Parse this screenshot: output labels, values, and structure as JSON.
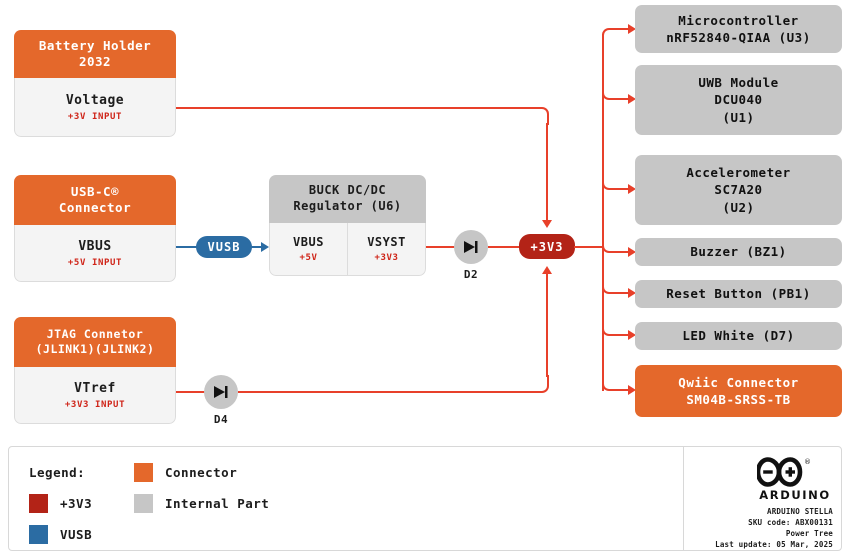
{
  "sources": [
    {
      "id": "battery",
      "title": "Battery Holder\n2032",
      "title_line1": "Battery Holder",
      "title_line2": "2032",
      "rail": "Voltage",
      "voltage": "+3V INPUT"
    },
    {
      "id": "usbc",
      "title_line1": "USB-C®",
      "title_line2": "Connector",
      "rail": "VBUS",
      "voltage": "+5V INPUT"
    },
    {
      "id": "jtag",
      "title_line1": "JTAG Connetor",
      "title_line2": "(JLINK1)(JLINK2)",
      "rail": "VTref",
      "voltage": "+3V3 INPUT"
    }
  ],
  "regulator": {
    "title_line1": "BUCK DC/DC",
    "title_line2": "Regulator (U6)",
    "input_rail": "VBUS",
    "input_voltage": "+5V",
    "output_rail": "VSYST",
    "output_voltage": "+3V3"
  },
  "nets": {
    "vusb": "VUSB",
    "v3v3": "+3V3"
  },
  "diodes": [
    {
      "id": "d2",
      "label": "D2"
    },
    {
      "id": "d4",
      "label": "D4"
    }
  ],
  "loads": [
    {
      "id": "u3",
      "kind": "internal",
      "lines": [
        "Microcontroller",
        "nRF52840-QIAA (U3)"
      ]
    },
    {
      "id": "u1",
      "kind": "internal",
      "lines": [
        "UWB Module",
        "DCU040",
        "(U1)"
      ]
    },
    {
      "id": "u2",
      "kind": "internal",
      "lines": [
        "Accelerometer",
        "SC7A20",
        "(U2)"
      ]
    },
    {
      "id": "bz1",
      "kind": "internal",
      "lines": [
        "Buzzer (BZ1)"
      ]
    },
    {
      "id": "pb1",
      "kind": "internal",
      "lines": [
        "Reset Button (PB1)"
      ]
    },
    {
      "id": "d7",
      "kind": "internal",
      "lines": [
        "LED White (D7)"
      ]
    },
    {
      "id": "qwiic",
      "kind": "connector",
      "lines": [
        "Qwiic Connector",
        "SM04B-SRSS-TB"
      ]
    }
  ],
  "legend": {
    "title": "Legend:",
    "items": [
      {
        "label": "Connector",
        "color": "#e4682b"
      },
      {
        "label": "+3V3",
        "color": "#b32317"
      },
      {
        "label": "Internal Part",
        "color": "#c6c6c6"
      },
      {
        "label": "VUSB",
        "color": "#2b6ca3"
      }
    ]
  },
  "brand": {
    "name": "ARDUINO",
    "product": "ARDUINO STELLA",
    "sku": "SKU code: ABX00131",
    "doc_type": "Power Tree",
    "updated": "Last update: 05 Mar, 2025"
  },
  "colors": {
    "connector_orange": "#e4682b",
    "internal_gray": "#c6c6c6",
    "net_3v3": "#b32317",
    "net_vusb": "#2b6ca3",
    "wire": "#e8402a"
  }
}
